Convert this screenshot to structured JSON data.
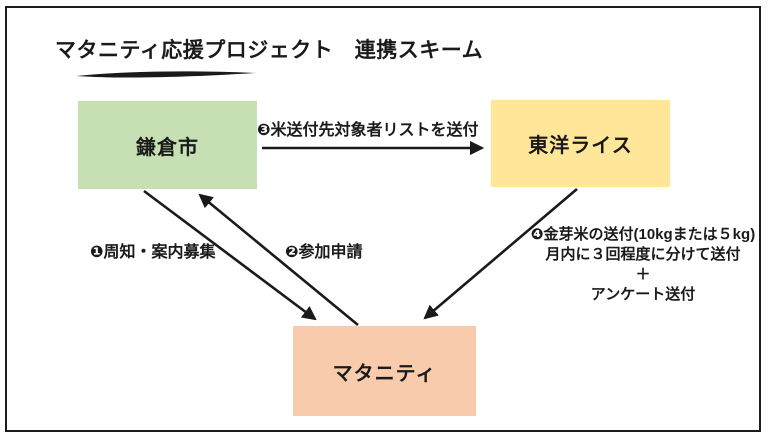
{
  "title": "マタニティ応援プロジェクト　連携スキーム",
  "nodes": {
    "kamakura": {
      "label": "鎌倉市",
      "color": "#c6e0b4"
    },
    "toyo_rice": {
      "label": "東洋ライス",
      "color": "#ffe699"
    },
    "maternity": {
      "label": "マタニティ",
      "color": "#f8cbad"
    }
  },
  "flows": {
    "flow1": {
      "label": "❶周知・案内募集",
      "from": "鎌倉市",
      "to": "マタニティ"
    },
    "flow2": {
      "label": "❷参加申請",
      "from": "マタニティ",
      "to": "鎌倉市"
    },
    "flow3": {
      "label": "❸米送付先対象者リストを送付",
      "from": "鎌倉市",
      "to": "東洋ライス"
    },
    "flow4": {
      "lines": [
        "❹金芽米の送付(10kgまたは５kg)",
        "月内に３回程度に分けて送付",
        "＋",
        "アンケート送付"
      ],
      "from": "東洋ライス",
      "to": "マタニティ"
    }
  },
  "colors": {
    "border": "#1c1c1c",
    "arrow": "#1a1a1a",
    "text": "#1a1a1a"
  }
}
